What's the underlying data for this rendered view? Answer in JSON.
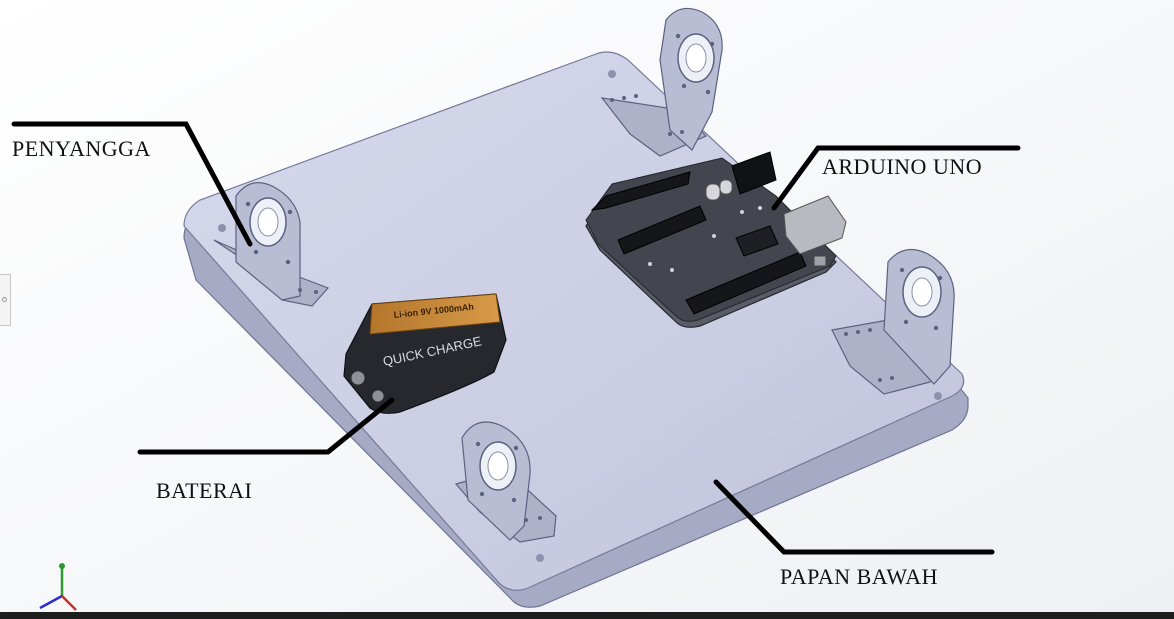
{
  "labels": {
    "penyangga": "PENYANGGA",
    "arduino": "ARDUINO UNO",
    "baterai": "BATERAI",
    "papan_bawah": "PAPAN BAWAH"
  },
  "battery": {
    "label_top": "Li-ion 9V 1000mAh",
    "label_brand": "QUICK CHARGE"
  },
  "colors": {
    "plate_top": "#cdd0e6",
    "plate_side": "#a9adc6",
    "bracket": "#b9bdd3",
    "board": "#3a3c44",
    "leader": "#000000"
  }
}
